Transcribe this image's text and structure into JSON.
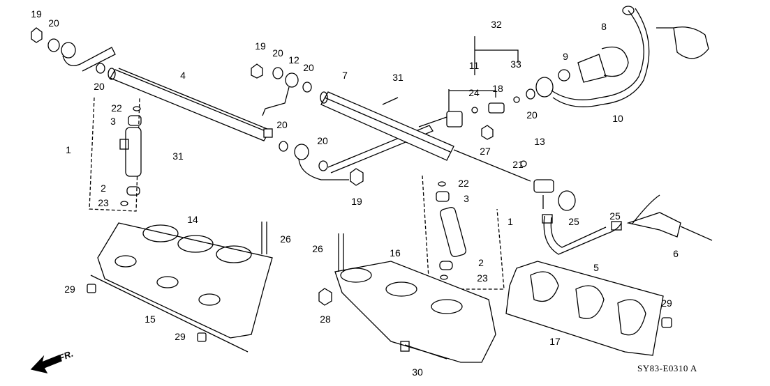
{
  "diagram_code": "SY83-E0310 A",
  "direction_label": "FR.",
  "callouts": [
    "19",
    "20",
    "20",
    "4",
    "1",
    "22",
    "3",
    "2",
    "23",
    "31",
    "19",
    "20",
    "12",
    "20",
    "20",
    "20",
    "19",
    "7",
    "31",
    "32",
    "11",
    "24",
    "18",
    "33",
    "20",
    "27",
    "9",
    "8",
    "10",
    "13",
    "21",
    "22",
    "3",
    "1",
    "25",
    "25",
    "6",
    "5",
    "2",
    "23",
    "14",
    "26",
    "26",
    "16",
    "29",
    "15",
    "29",
    "28",
    "30",
    "17",
    "29"
  ]
}
